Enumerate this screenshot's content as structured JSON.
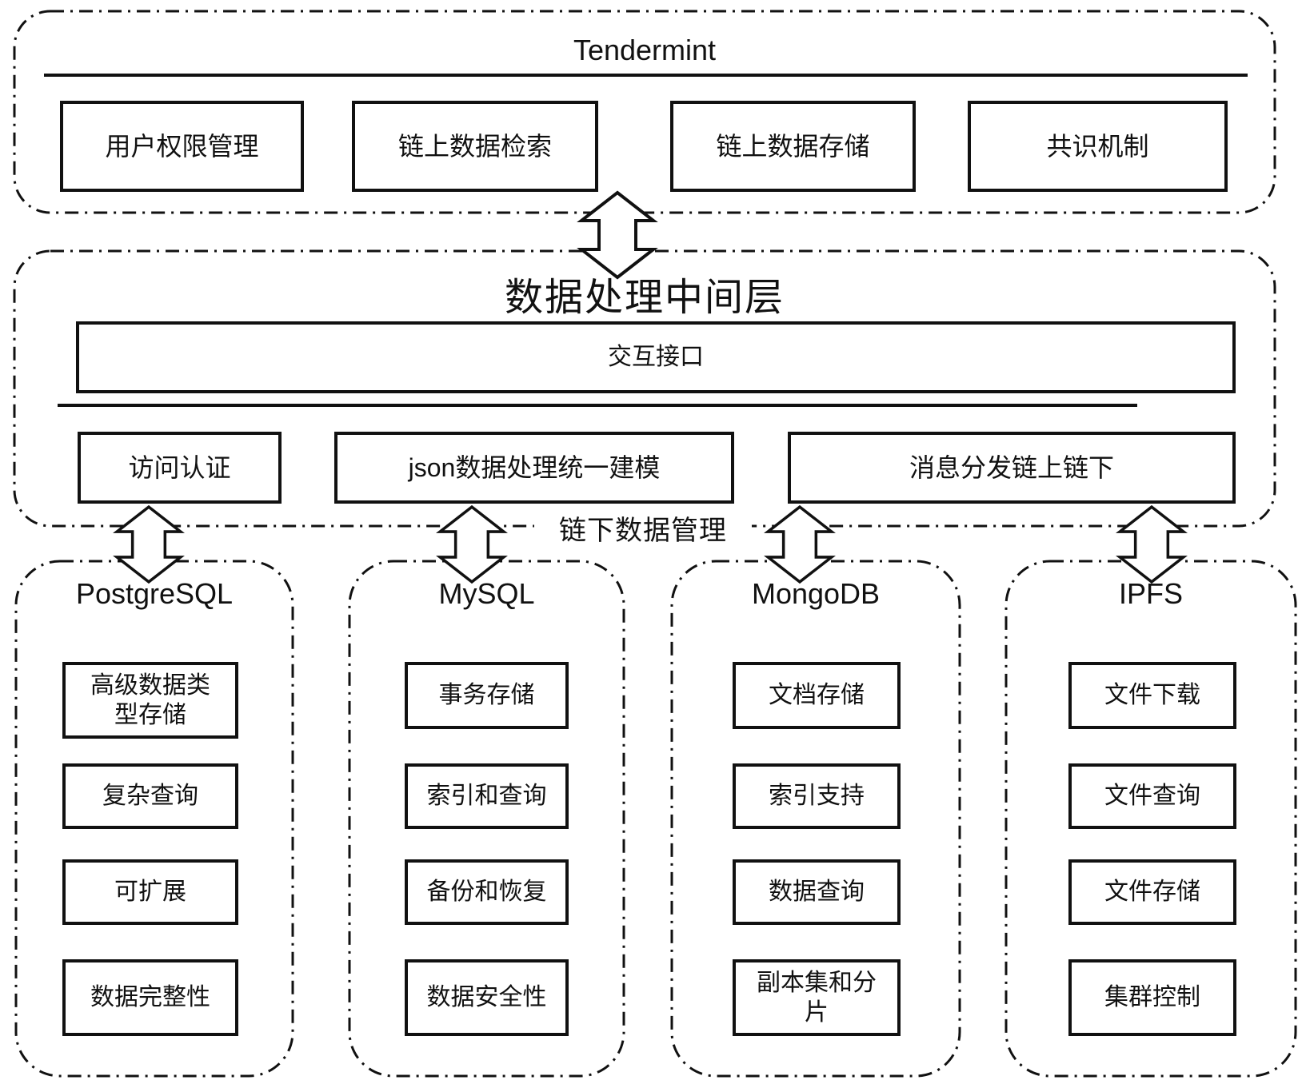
{
  "tendermint": {
    "title": "Tendermint",
    "boxes": [
      "用户权限管理",
      "链上数据检索",
      "链上数据存储",
      "共识机制"
    ]
  },
  "middleware": {
    "title": "数据处理中间层",
    "interface_box": "交互接口",
    "boxes": [
      "访问认证",
      "json数据处理统一建模",
      "消息分发链上链下"
    ],
    "offchain_label": "链下数据管理"
  },
  "databases": [
    {
      "name": "PostgreSQL",
      "features": [
        "高级数据类\n型存储",
        "复杂查询",
        "可扩展",
        "数据完整性"
      ]
    },
    {
      "name": "MySQL",
      "features": [
        "事务存储",
        "索引和查询",
        "备份和恢复",
        "数据安全性"
      ]
    },
    {
      "name": "MongoDB",
      "features": [
        "文档存储",
        "索引支持",
        "数据查询",
        "副本集和分\n片"
      ]
    },
    {
      "name": "IPFS",
      "features": [
        "文件下载",
        "文件查询",
        "文件存储",
        "集群控制"
      ]
    }
  ],
  "colors": {
    "line": "#111111",
    "background": "#ffffff"
  }
}
